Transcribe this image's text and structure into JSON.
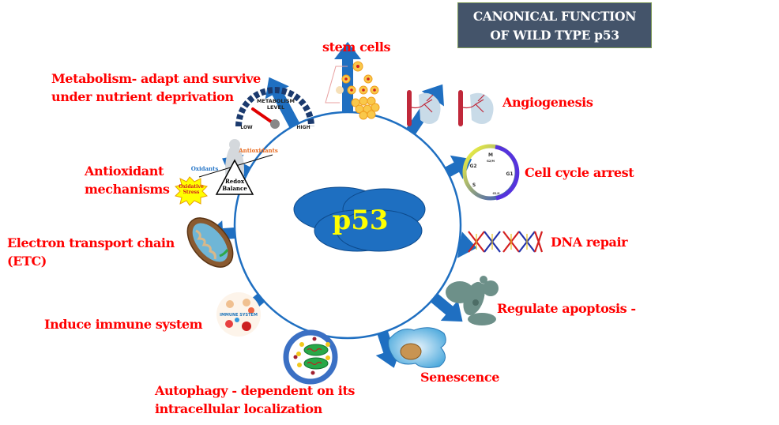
{
  "title": {
    "line1": "CANONICAL FUNCTION",
    "line2": "OF WILD TYPE  p53"
  },
  "hub": {
    "label": "p53"
  },
  "colors": {
    "arrow": "#1f6fc1",
    "hub_blob": "#1e6fc1",
    "hub_text": "#ffff00",
    "label": "#ff0000",
    "title_bg": "#44546a"
  },
  "functions": [
    {
      "id": "stem-cells",
      "label": "stem cells",
      "icon": "stem-cell-hierarchy-icon"
    },
    {
      "id": "angiogenesis",
      "label": "Angiogenesis",
      "icon": "blood-vessel-icon"
    },
    {
      "id": "cell-cycle",
      "label": "Cell cycle arrest",
      "icon": "cell-cycle-icon"
    },
    {
      "id": "dna-repair",
      "label": "DNA repair",
      "icon": "dna-helix-icon"
    },
    {
      "id": "apoptosis",
      "label": "Regulate apoptosis -",
      "icon": "apoptotic-cell-icon"
    },
    {
      "id": "senescence",
      "label": "Senescence",
      "icon": "senescent-cell-icon"
    },
    {
      "id": "autophagy",
      "label_line1": "Autophagy - dependent on its",
      "label_line2": "intracellular localization",
      "icon": "autophagosome-icon"
    },
    {
      "id": "immune",
      "label": "Induce immune system",
      "icon": "immune-system-icon"
    },
    {
      "id": "etc",
      "label_line1": "Electron transport chain",
      "label_line2": "(ETC)",
      "icon": "mitochondrion-icon"
    },
    {
      "id": "antioxidant",
      "label_line1": "Antioxidant",
      "label_line2": "mechanisms",
      "icon": "redox-balance-icon"
    },
    {
      "id": "metabolism",
      "label_line1": "Metabolism- adapt and survive",
      "label_line2": "under nutrient deprivation",
      "icon": "metabolism-gauge-icon"
    }
  ],
  "icon_text": {
    "gauge_title1": "METABOLISM",
    "gauge_title2": "LEVEL",
    "gauge_low": "LOW",
    "gauge_high": "HIGH",
    "oxidants": "Oxidants",
    "antioxidants": "Antioxidants",
    "oxidative1": "Oxidative",
    "oxidative2": "Stress",
    "redox1": "Redox",
    "redox2": "Balance",
    "cc_m": "M",
    "cc_g2m": "G2/M",
    "cc_g2": "G2",
    "cc_g1": "G1",
    "cc_s": "S",
    "cc_g1s": "G1/S",
    "immune_banner": "IMMUNE SYSTEM"
  }
}
